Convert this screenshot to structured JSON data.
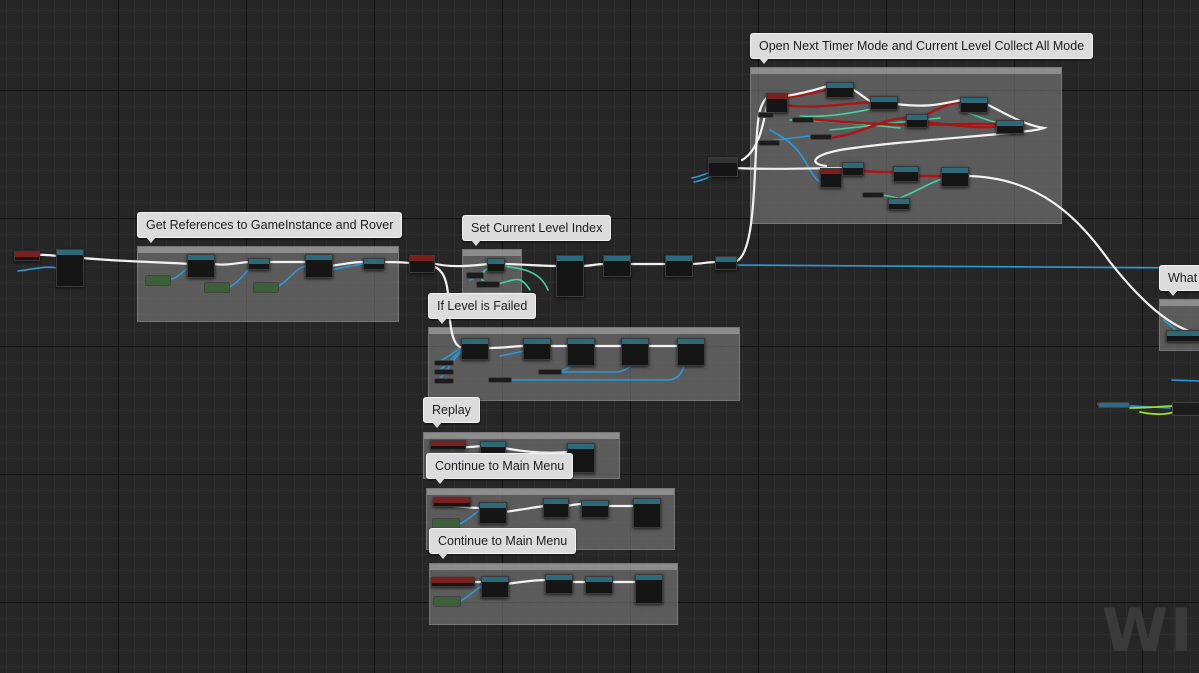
{
  "comments": [
    {
      "id": "c1",
      "label": "Get References to GameInstance and Rover"
    },
    {
      "id": "c2",
      "label": "Set Current Level Index"
    },
    {
      "id": "c3",
      "label": "Open Next Timer Mode and Current Level Collect All Mode"
    },
    {
      "id": "c4",
      "label": "If Level is Failed"
    },
    {
      "id": "c5",
      "label": "Replay"
    },
    {
      "id": "c6",
      "label": "Continue to Main Menu"
    },
    {
      "id": "c7",
      "label": "Continue to Main Menu"
    },
    {
      "id": "c8",
      "label": "What"
    }
  ],
  "watermark": "WID",
  "colors": {
    "exec_wire": "#f2f2f2",
    "data_wire_blue": "#2a9ad8",
    "data_wire_teal": "#44d0a0",
    "data_wire_red": "#a81616",
    "data_wire_magenta": "#d03ad0",
    "data_wire_green": "#9adf2a"
  }
}
